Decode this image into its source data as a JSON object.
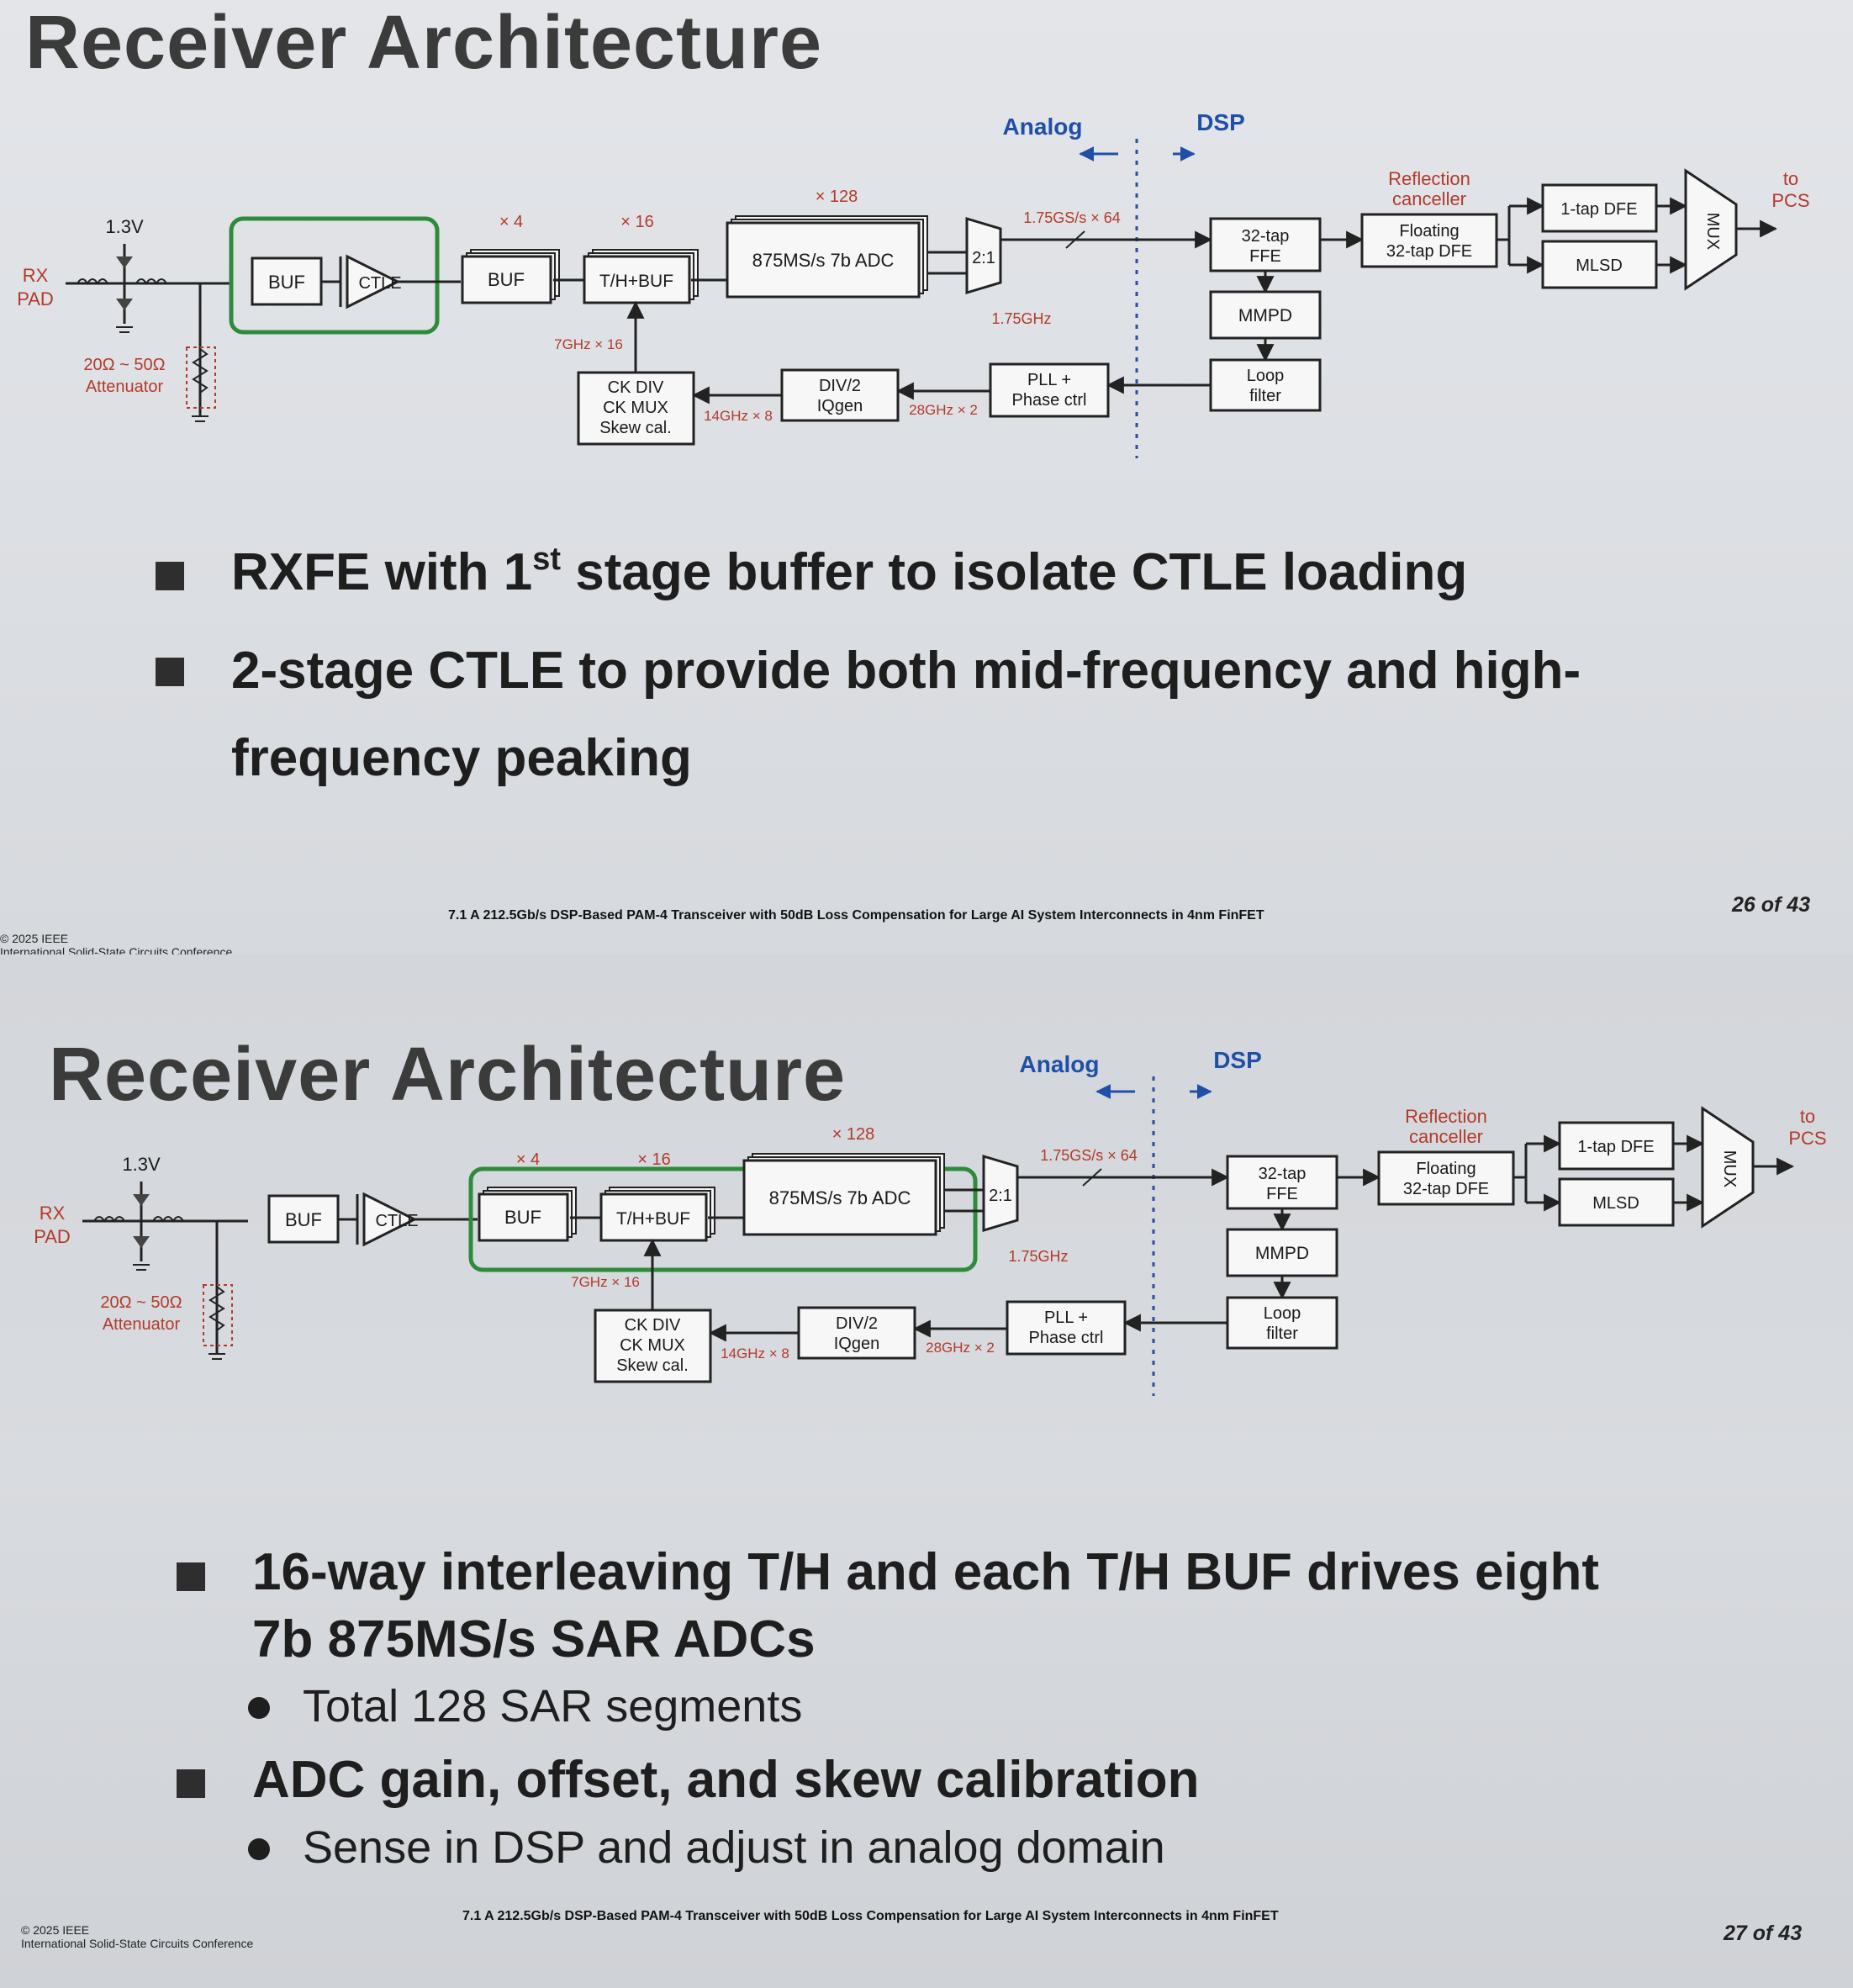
{
  "slides": [
    {
      "title": "Receiver Architecture",
      "bullets": [
        {
          "level": 1,
          "text_before": "RXFE with 1",
          "sup": "st",
          "text_after": " stage buffer to isolate CTLE loading"
        },
        {
          "level": 1,
          "text": "2-stage CTLE to provide both mid-frequency and high-frequency peaking"
        }
      ],
      "footer": "7.1 A 212.5Gb/s DSP-Based PAM-4 Transceiver with 50dB Loss Compensation for Large AI System Interconnects in 4nm FinFET",
      "copyright": "© 2025 IEEE",
      "conference": "International Solid-State Circuits Conference",
      "page": "26 of 43",
      "highlight": "ctle"
    },
    {
      "title": "Receiver Architecture",
      "bullets": [
        {
          "level": 1,
          "text": "16-way interleaving T/H and each T/H BUF drives eight 7b 875MS/s SAR ADCs"
        },
        {
          "level": 2,
          "text": "Total 128 SAR segments"
        },
        {
          "level": 1,
          "text": "ADC gain, offset, and skew calibration"
        },
        {
          "level": 2,
          "text": "Sense in DSP and adjust in analog domain"
        }
      ],
      "footer": "7.1 A 212.5Gb/s DSP-Based PAM-4 Transceiver with 50dB Loss Compensation for Large AI System Interconnects in 4nm FinFET",
      "copyright": "© 2025 IEEE",
      "conference": "International Solid-State Circuits Conference",
      "page": "27 of 43",
      "highlight": "adc"
    }
  ],
  "diagram": {
    "analog": "Analog",
    "dsp": "DSP",
    "rx_pad": [
      "RX",
      "PAD"
    ],
    "supply": "1.3V",
    "attenuator": [
      "20Ω ~ 50Ω",
      "Attenuator"
    ],
    "buf": "BUF",
    "ctle": "CTLE",
    "x4": "× 4",
    "x16": "× 16",
    "x128": "× 128",
    "th_buf": "T/H+BUF",
    "adc": "875MS/s 7b ADC",
    "mux21": "2:1",
    "rate": "1.75GS/s × 64",
    "clk175": "1.75GHz",
    "ffe": [
      "32-tap",
      "FFE"
    ],
    "reflection": [
      "Reflection",
      "canceller"
    ],
    "floating": [
      "Floating",
      "32-tap DFE"
    ],
    "dfe1": "1-tap DFE",
    "mlsd": "MLSD",
    "mux": "MUX",
    "to_pcs": [
      "to",
      "PCS"
    ],
    "mmpd": "MMPD",
    "loop": [
      "Loop",
      "filter"
    ],
    "pll": [
      "PLL +",
      "Phase ctrl"
    ],
    "div2": [
      "DIV/2",
      "IQgen"
    ],
    "ckdiv": [
      "CK DIV",
      "CK MUX",
      "Skew cal."
    ],
    "f7": "7GHz × 16",
    "f14": "14GHz × 8",
    "f28": "28GHz × 2"
  },
  "colors": {
    "highlight": "#2e8b3c",
    "blue": "#1f4fa8",
    "red": "#b23a2a"
  }
}
